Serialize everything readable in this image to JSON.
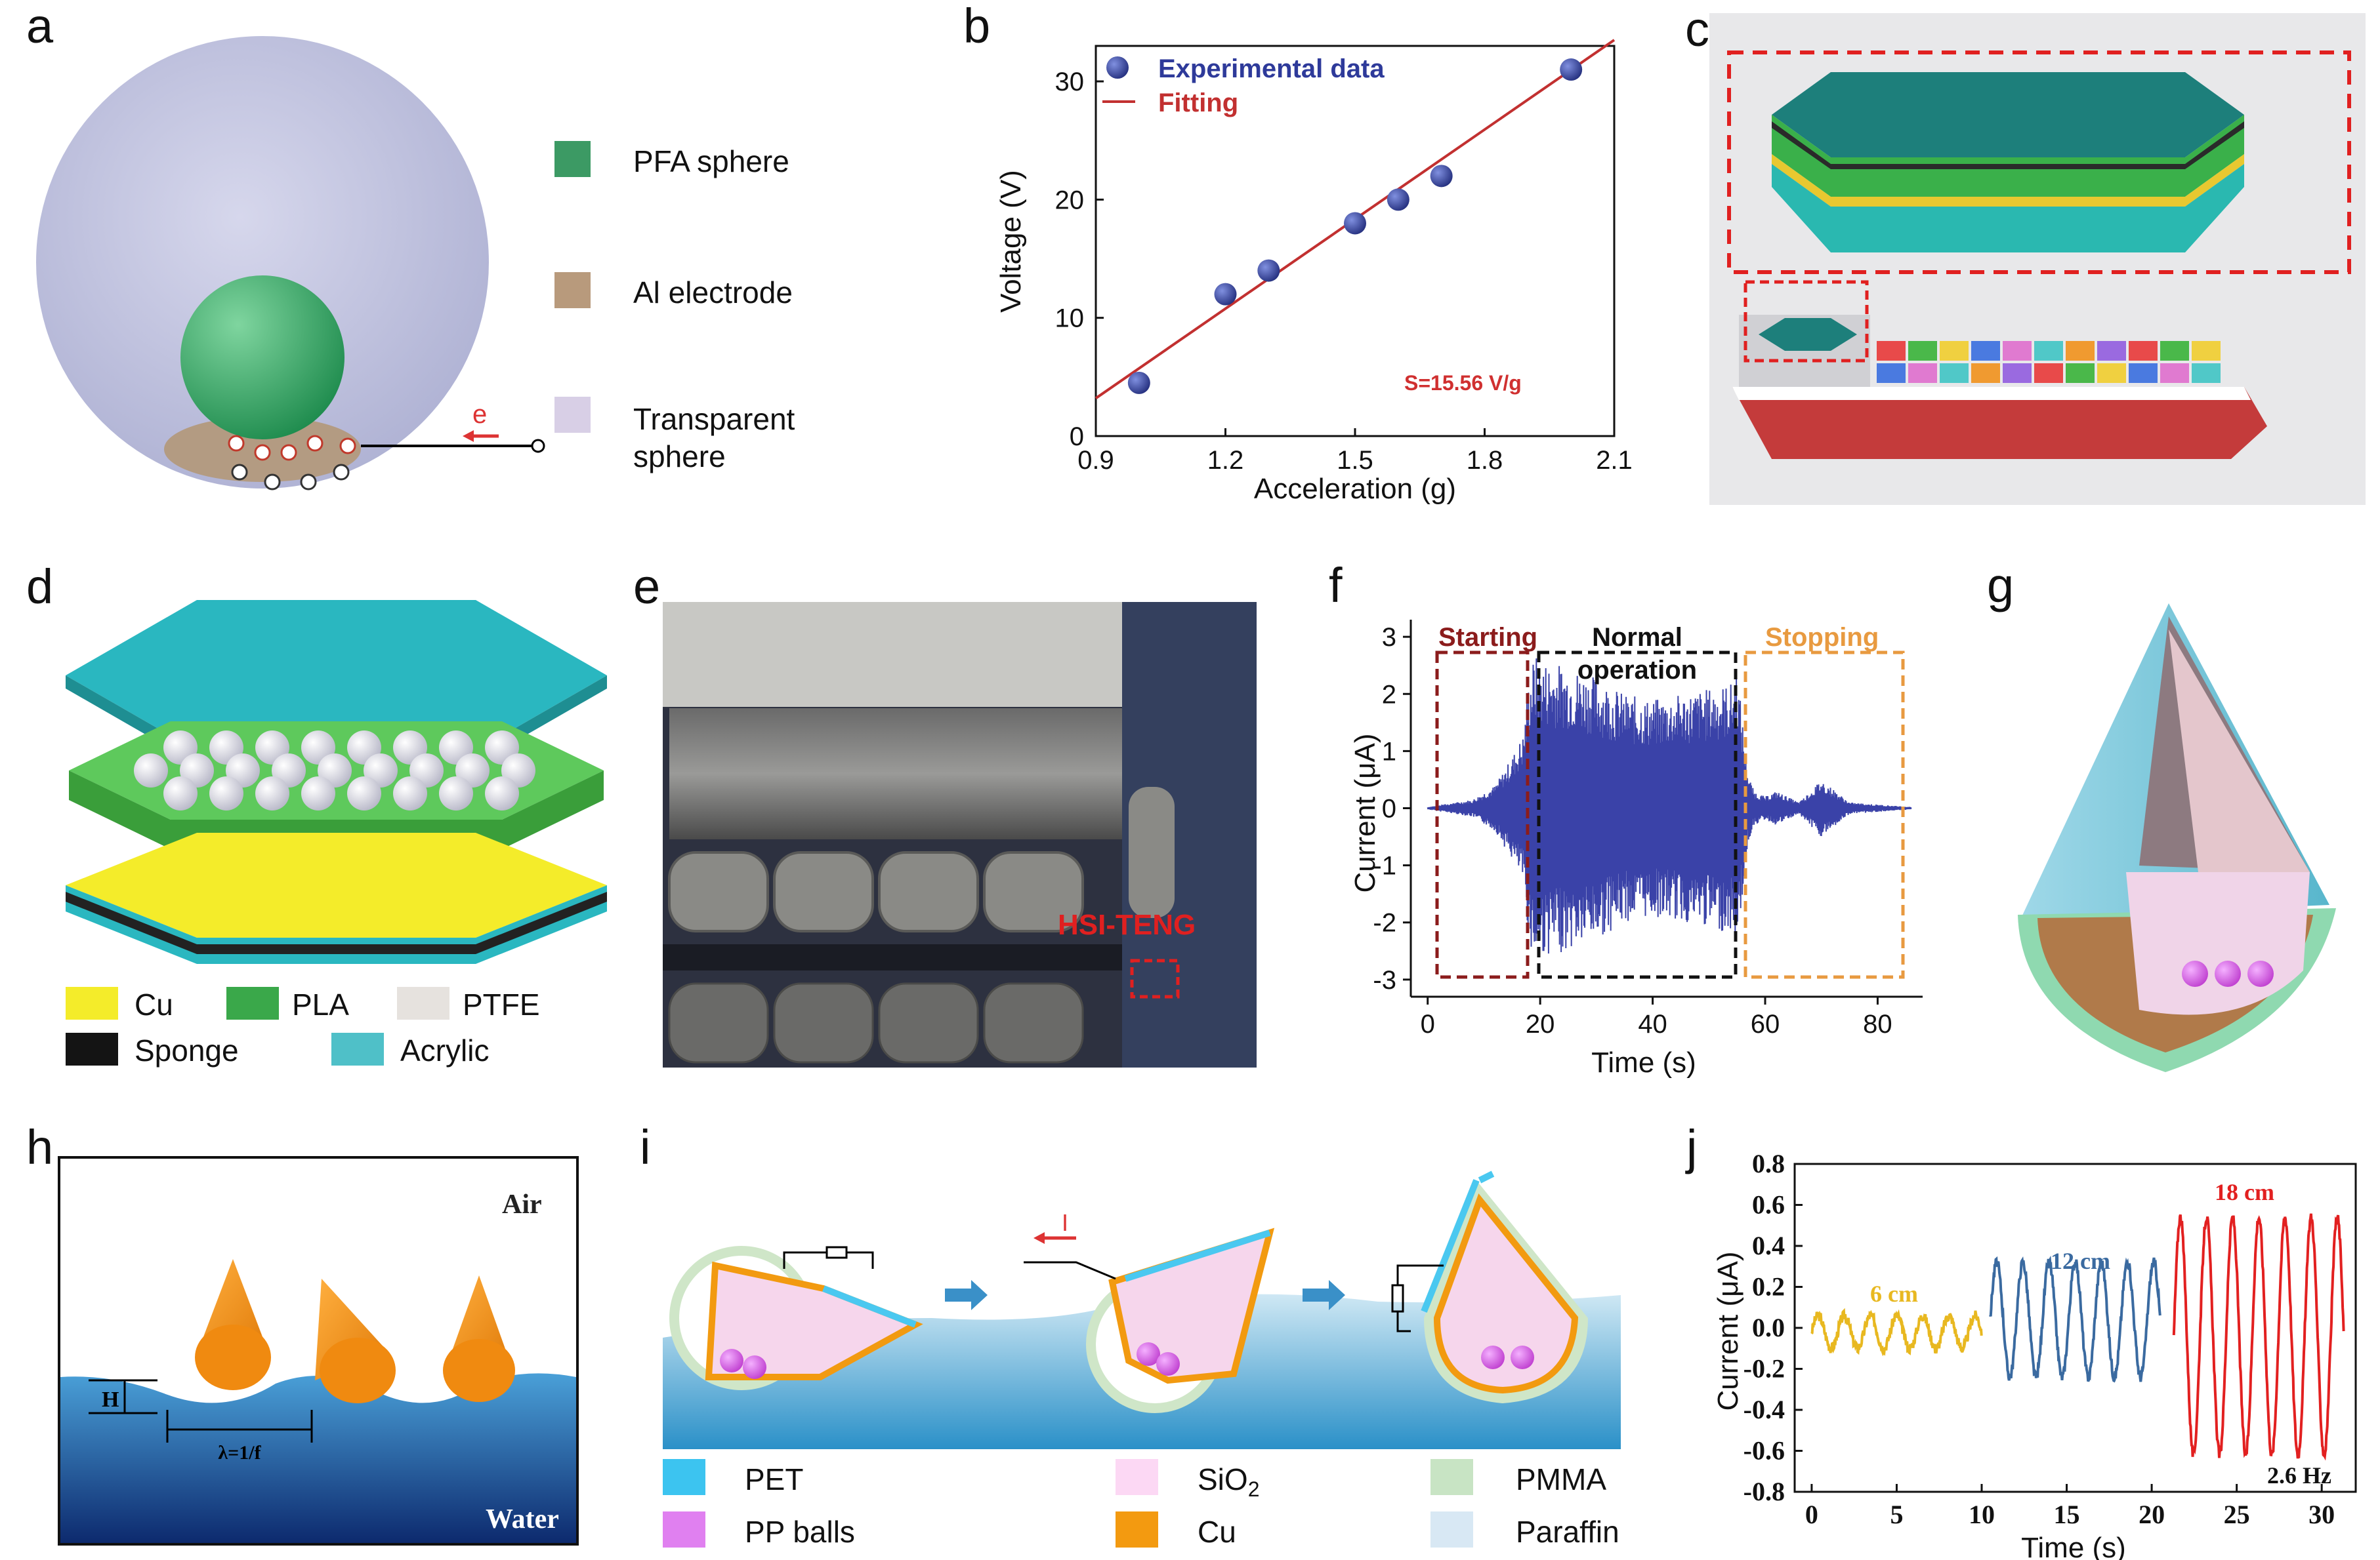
{
  "panels": {
    "a": {
      "label": "a",
      "legend": [
        "PFA sphere",
        "Al electrode",
        "Transparent",
        "sphere"
      ],
      "electron": "e",
      "colors": {
        "pfa": "#3c9a64",
        "al": "#b89a7c",
        "sphere": "#c2c4e0"
      }
    },
    "b": {
      "label": "b",
      "legend_points": "Experimental data",
      "legend_line": "Fitting",
      "annotation": "S=15.56 V/g"
    },
    "c": {
      "label": "c"
    },
    "d": {
      "label": "d",
      "legend": [
        "Cu",
        "PLA",
        "PTFE",
        "Sponge",
        "Acrylic"
      ]
    },
    "e": {
      "label": "e",
      "annotation": "HSI-TENG"
    },
    "f": {
      "label": "f",
      "regions": [
        "Starting",
        "Normal",
        "operation",
        "Stopping"
      ]
    },
    "g": {
      "label": "g"
    },
    "h": {
      "label": "h",
      "air": "Air",
      "water": "Water",
      "height": "H",
      "wavelength": "λ=1/f"
    },
    "i": {
      "label": "i",
      "current": "I",
      "legend": [
        "PET",
        "SiO",
        "PMMA",
        "PP balls",
        "Cu",
        "Paraffin"
      ],
      "sio_sub": "2"
    },
    "j": {
      "label": "j",
      "amplitudes": [
        "6 cm",
        "12 cm",
        "18 cm"
      ],
      "freq": "2.6 Hz"
    }
  },
  "chart_data": [
    {
      "panel": "b",
      "type": "scatter",
      "xlabel": "Acceleration (g)",
      "ylabel": "Voltage (V)",
      "xlim": [
        0.9,
        2.1
      ],
      "ylim": [
        0,
        33
      ],
      "xticks": [
        "0.9",
        "1.2",
        "1.5",
        "1.8",
        "2.1"
      ],
      "yticks": [
        "0",
        "10",
        "20",
        "30"
      ],
      "series": [
        {
          "name": "Experimental data",
          "x": [
            1.0,
            1.2,
            1.3,
            1.5,
            1.6,
            1.7,
            2.0
          ],
          "y": [
            4.5,
            12,
            14,
            18,
            20,
            22,
            31
          ]
        },
        {
          "name": "Fitting",
          "x": [
            0.9,
            2.1
          ],
          "y": [
            3.2,
            33.5
          ]
        }
      ],
      "legend_position": "top-left",
      "colors": {
        "points": "#3b4aa6",
        "line": "#c23030"
      }
    },
    {
      "panel": "f",
      "type": "line",
      "xlabel": "Time (s)",
      "ylabel": "Current (μA)",
      "xlim": [
        -3,
        88
      ],
      "ylim": [
        -3.3,
        3.3
      ],
      "xticks": [
        "0",
        "20",
        "40",
        "60",
        "80"
      ],
      "yticks": [
        "3",
        "2",
        "1",
        "0",
        "-1",
        "-2",
        "-3"
      ],
      "envelope": {
        "x": [
          0,
          8,
          12,
          15,
          17,
          18,
          19,
          20,
          25,
          30,
          35,
          40,
          45,
          50,
          54,
          55,
          56,
          57,
          58,
          60,
          62,
          66,
          70,
          75,
          86
        ],
        "y": [
          0.02,
          0.15,
          0.4,
          0.9,
          1.3,
          2.3,
          2.7,
          2.6,
          2.5,
          2.3,
          2.0,
          1.9,
          2.0,
          2.1,
          2.2,
          2.5,
          1.5,
          0.6,
          0.3,
          0.2,
          0.3,
          0.1,
          0.5,
          0.1,
          0.02
        ]
      },
      "color": "#3a42a8"
    },
    {
      "panel": "j",
      "type": "line",
      "xlabel": "Time (s)",
      "ylabel": "Current (μA)",
      "xlim": [
        -1,
        32
      ],
      "ylim": [
        -0.8,
        0.8
      ],
      "xticks": [
        "0",
        "5",
        "10",
        "15",
        "20",
        "25",
        "30"
      ],
      "yticks": [
        "0.8",
        "0.6",
        "0.4",
        "0.2",
        "0.0",
        "-0.2",
        "-0.4",
        "-0.6",
        "-0.8"
      ],
      "series": [
        {
          "name": "6 cm",
          "t": [
            0,
            10
          ],
          "amplitude": 0.08,
          "offset": -0.02,
          "color": "#e8b820"
        },
        {
          "name": "12 cm",
          "t": [
            10.5,
            20.5
          ],
          "amplitude": 0.28,
          "offset": 0.04,
          "color": "#3a6aa0"
        },
        {
          "name": "18 cm",
          "t": [
            21.3,
            31.3
          ],
          "amplitude": 0.58,
          "offset": -0.04,
          "color": "#e22020"
        }
      ],
      "frequency_hz": 2.6
    }
  ]
}
